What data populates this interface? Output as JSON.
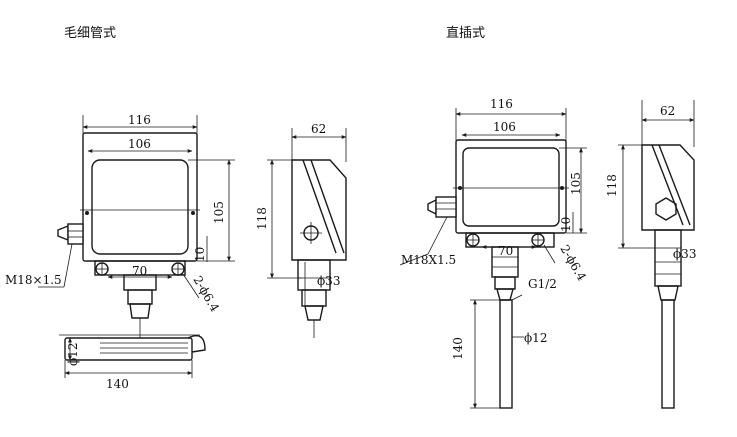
{
  "titles": {
    "capillary": "毛细管式",
    "direct": "直插式"
  },
  "capillary": {
    "width_outer": "116",
    "width_inner": "106",
    "height_inner": "105",
    "height_outer": "118",
    "depth": "62",
    "offset": "10",
    "base_width": "70",
    "holes": "2-ϕ6.4",
    "thread": "M18×1.5",
    "stem_dia": "ϕ33",
    "bulb_dia": "ϕ12",
    "bulb_len": "140"
  },
  "direct": {
    "width_outer": "116",
    "width_inner": "106",
    "height_inner": "105",
    "height_outer": "118",
    "depth": "62",
    "offset": "10",
    "base_width": "70",
    "holes": "2-ϕ6.4",
    "thread": "M18X1.5",
    "stem_dia": "ϕ33",
    "pipe_thread": "G1/2",
    "probe_dia": "ϕ12",
    "probe_len": "140"
  }
}
